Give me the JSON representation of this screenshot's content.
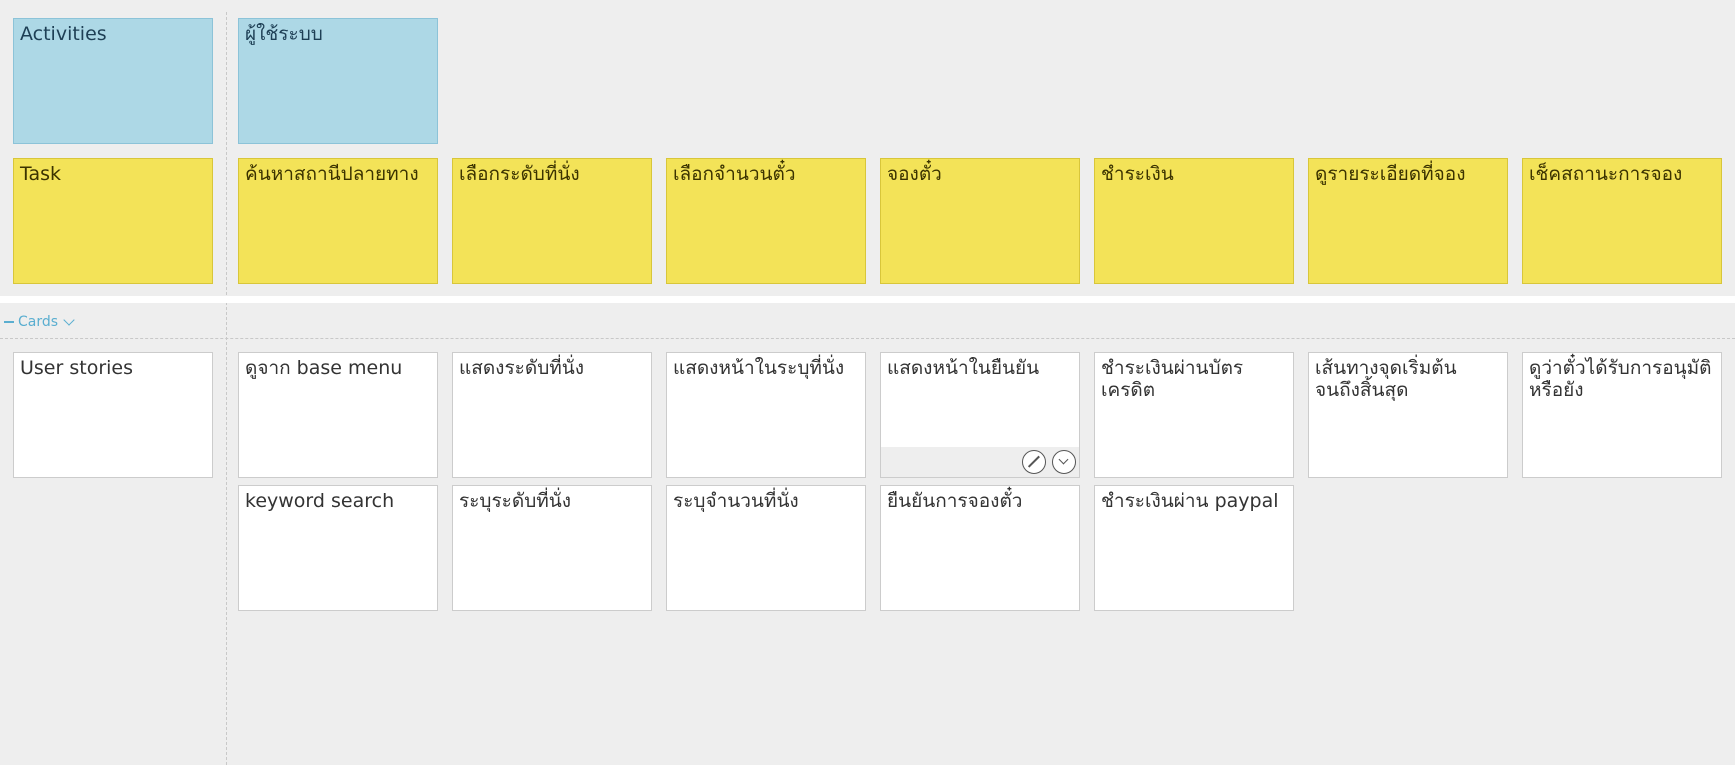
{
  "activities_row": {
    "header": "Activities",
    "items": [
      "ผู้ใช้ระบบ"
    ]
  },
  "task_row": {
    "header": "Task",
    "items": [
      "ค้นหาสถานีปลายทาง",
      "เลือกระดับที่นั่ง",
      "เลือกจำนวนตั๋ว",
      "จองตั๋ว",
      "ชำระเงิน",
      "ดูรายระเอียดที่จอง",
      "เช็คสถานะการจอง"
    ]
  },
  "cards_section": {
    "toggle_label": "Cards"
  },
  "stories_row": {
    "header": "User stories",
    "row1": [
      "ดูจาก base menu",
      "แสดงระดับที่นั่ง",
      "แสดงหน้าในระบุที่นั่ง",
      "แสดงหน้าในยืนยัน",
      "ชำระเงินผ่านบัตรเครดิต",
      "เส้นทางจุดเริ่มต้นจนถึงสิ้นสุด",
      "ดูว่าตั๋วได้รับการอนุมัติหรือยัง"
    ],
    "row2": [
      "keyword search",
      "ระบุระดับที่นั่ง",
      "ระบุจำนวนที่นั่ง",
      "ยืนยันการจองตั๋ว",
      "ชำระเงินผ่าน paypal"
    ]
  },
  "icons": {
    "edit": "pencil-icon",
    "more": "chevron-down-icon"
  },
  "colors": {
    "activity": "#add8e6",
    "task": "#f3e358",
    "story": "#ffffff",
    "accent": "#5aaed0",
    "background": "#eeeeee"
  }
}
